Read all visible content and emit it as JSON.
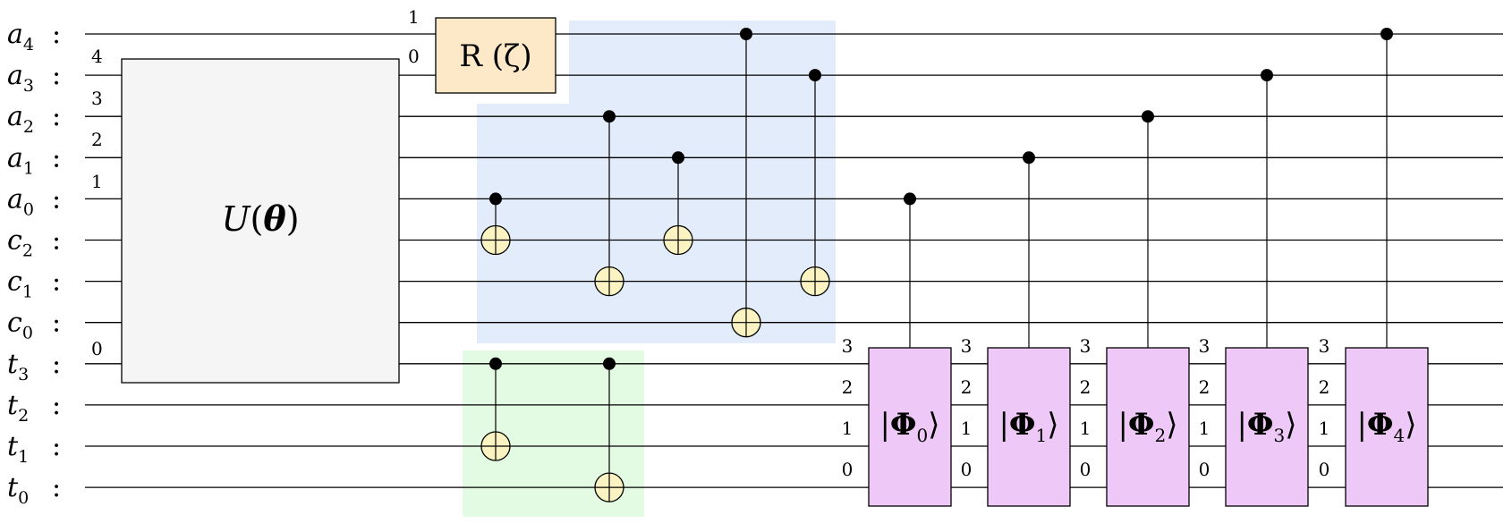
{
  "diagram": {
    "qubits": [
      {
        "name": "a",
        "sub": "4"
      },
      {
        "name": "a",
        "sub": "3"
      },
      {
        "name": "a",
        "sub": "2"
      },
      {
        "name": "a",
        "sub": "1"
      },
      {
        "name": "a",
        "sub": "0"
      },
      {
        "name": "c",
        "sub": "2"
      },
      {
        "name": "c",
        "sub": "1"
      },
      {
        "name": "c",
        "sub": "0"
      },
      {
        "name": "t",
        "sub": "3"
      },
      {
        "name": "t",
        "sub": "2"
      },
      {
        "name": "t",
        "sub": "1"
      },
      {
        "name": "t",
        "sub": "0"
      }
    ],
    "separator": ":",
    "u_gate": {
      "label": "U(",
      "theta": "θ",
      "close": ")",
      "indices_left": [
        "4",
        "3",
        "2",
        "1",
        "0"
      ]
    },
    "r_gate": {
      "label": "R (ζ)",
      "indices": [
        "1",
        "0"
      ]
    },
    "cnots": [
      {
        "control": 4,
        "target": 5,
        "group": "blue"
      },
      {
        "control": 2,
        "target": 6,
        "group": "blue"
      },
      {
        "control": 3,
        "target": 5,
        "group": "blue"
      },
      {
        "control": 0,
        "target": 7,
        "group": "blue"
      },
      {
        "control": 1,
        "target": 6,
        "group": "blue"
      },
      {
        "control": 8,
        "target": 10,
        "group": "green"
      },
      {
        "control": 8,
        "target": 11,
        "group": "green"
      }
    ],
    "phi_gates": [
      {
        "symbol": "Φ",
        "sub": "0",
        "control": 4
      },
      {
        "symbol": "Φ",
        "sub": "1",
        "control": 3
      },
      {
        "symbol": "Φ",
        "sub": "2",
        "control": 2
      },
      {
        "symbol": "Φ",
        "sub": "3",
        "control": 1
      },
      {
        "symbol": "Φ",
        "sub": "4",
        "control": 0
      }
    ],
    "phi_indices": [
      "3",
      "2",
      "1",
      "0"
    ],
    "colors": {
      "highlight_blue": "#e3ecfb",
      "highlight_green": "#e4fbe3",
      "target_fill": "#fbf4c2",
      "r_gate_fill": "#fde9c8",
      "phi_gate_fill": "#eec8f6",
      "u_gate_fill": "#f5f5f5"
    }
  }
}
